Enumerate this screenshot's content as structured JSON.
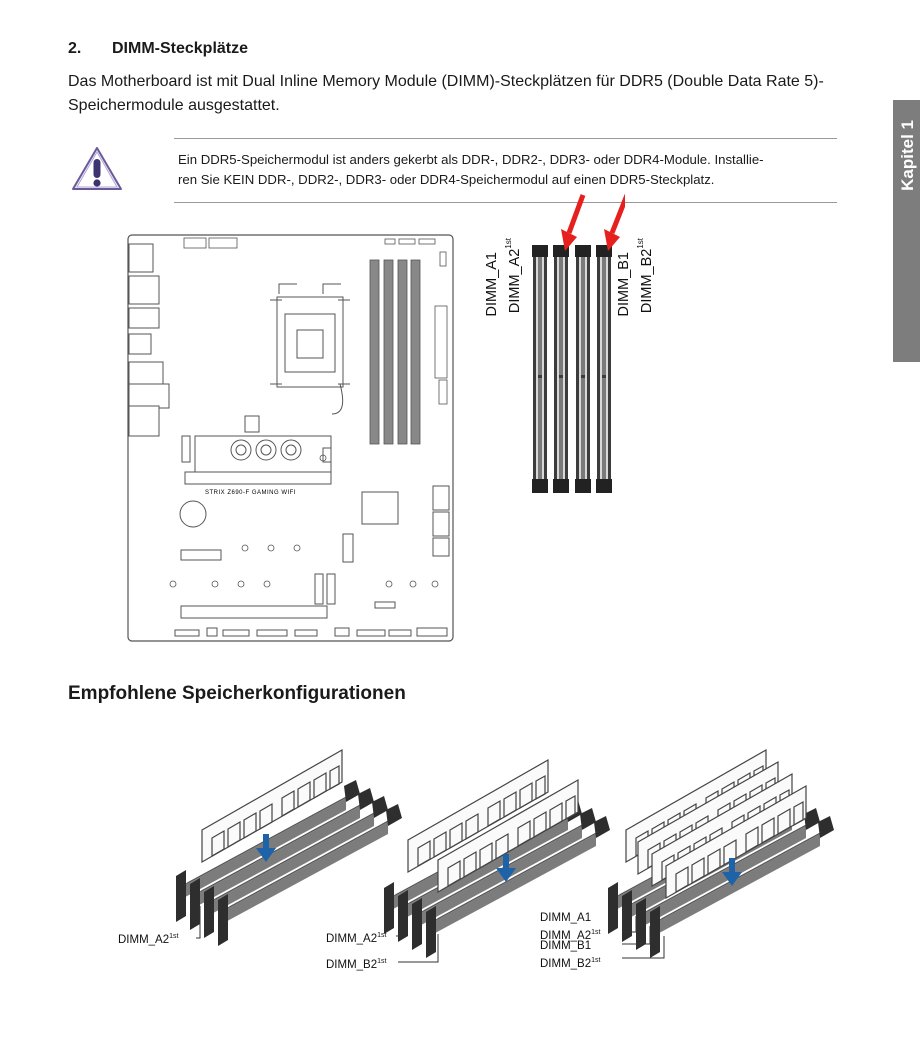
{
  "section": {
    "number": "2.",
    "title": "DIMM-Steckplätze",
    "intro": "Das Motherboard ist mit Dual Inline Memory Module (DIMM)-Steckplätzen für DDR5 (Double Data Rate 5)-Speichermodule ausgestattet."
  },
  "warning": {
    "icon": "caution-triangle-icon",
    "line1": "Ein DDR5-Speichermodul ist anders gekerbt als DDR-, DDR2-, DDR3- oder DDR4-Module. Installie-",
    "line2": "ren Sie KEIN DDR-, DDR2-, DDR3- oder DDR4-Speichermodul auf einen DDR5-Steckplatz."
  },
  "side_tab": {
    "label": "Kapitel 1"
  },
  "board": {
    "model_text": "STRIX Z690-F GAMING WIFI"
  },
  "slots": {
    "a1": "DIMM_A1",
    "a2": "DIMM_A2",
    "b1": "DIMM_B1",
    "b2": "DIMM_B2",
    "sup": "1st"
  },
  "recommended": {
    "title": "Empfohlene Speicherkonfigurationen",
    "config1": {
      "a2": "DIMM_A2",
      "sup": "1st"
    },
    "config2": {
      "a2": "DIMM_A2",
      "b2": "DIMM_B2",
      "sup": "1st"
    },
    "config3": {
      "a1": "DIMM_A1",
      "a2": "DIMM_A2",
      "b1": "DIMM_B1",
      "b2": "DIMM_B2",
      "sup": "1st"
    }
  },
  "colors": {
    "arrow": "#e5201f",
    "insert_arrow": "#1e62a8",
    "slot": "#444444",
    "rule": "#999999"
  }
}
